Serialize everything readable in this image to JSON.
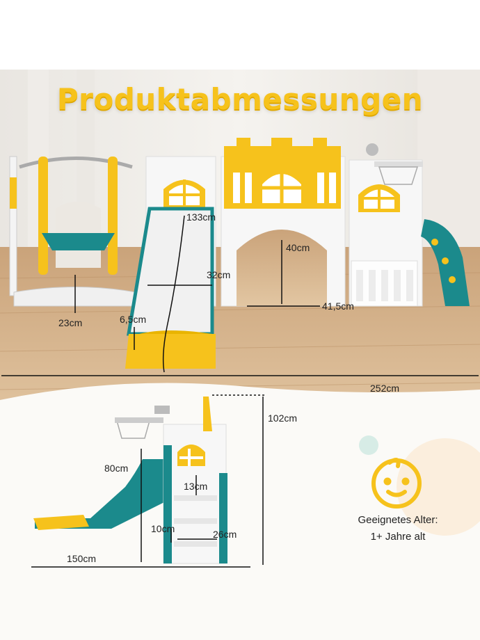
{
  "title": "Produktabmessungen",
  "dimensions_top": {
    "slide_length": "133cm",
    "wall_height": "40cm",
    "slide_width": "32cm",
    "swing_height": "23cm",
    "slide_edge": "6,5cm",
    "tunnel_width": "41,5cm",
    "total_length": "252cm"
  },
  "dimensions_bottom": {
    "total_height": "102cm",
    "slide_height": "80cm",
    "step_height": "13cm",
    "step_depth": "10cm",
    "step_width": "26cm",
    "depth": "150cm"
  },
  "age_badge": {
    "line1": "Geeignetes Alter:",
    "line2": "1+ Jahre alt",
    "icon": "baby-face-icon"
  },
  "colors": {
    "yellow": "#f6c21c",
    "teal": "#1b8a8c",
    "white": "#f7f7f7"
  }
}
